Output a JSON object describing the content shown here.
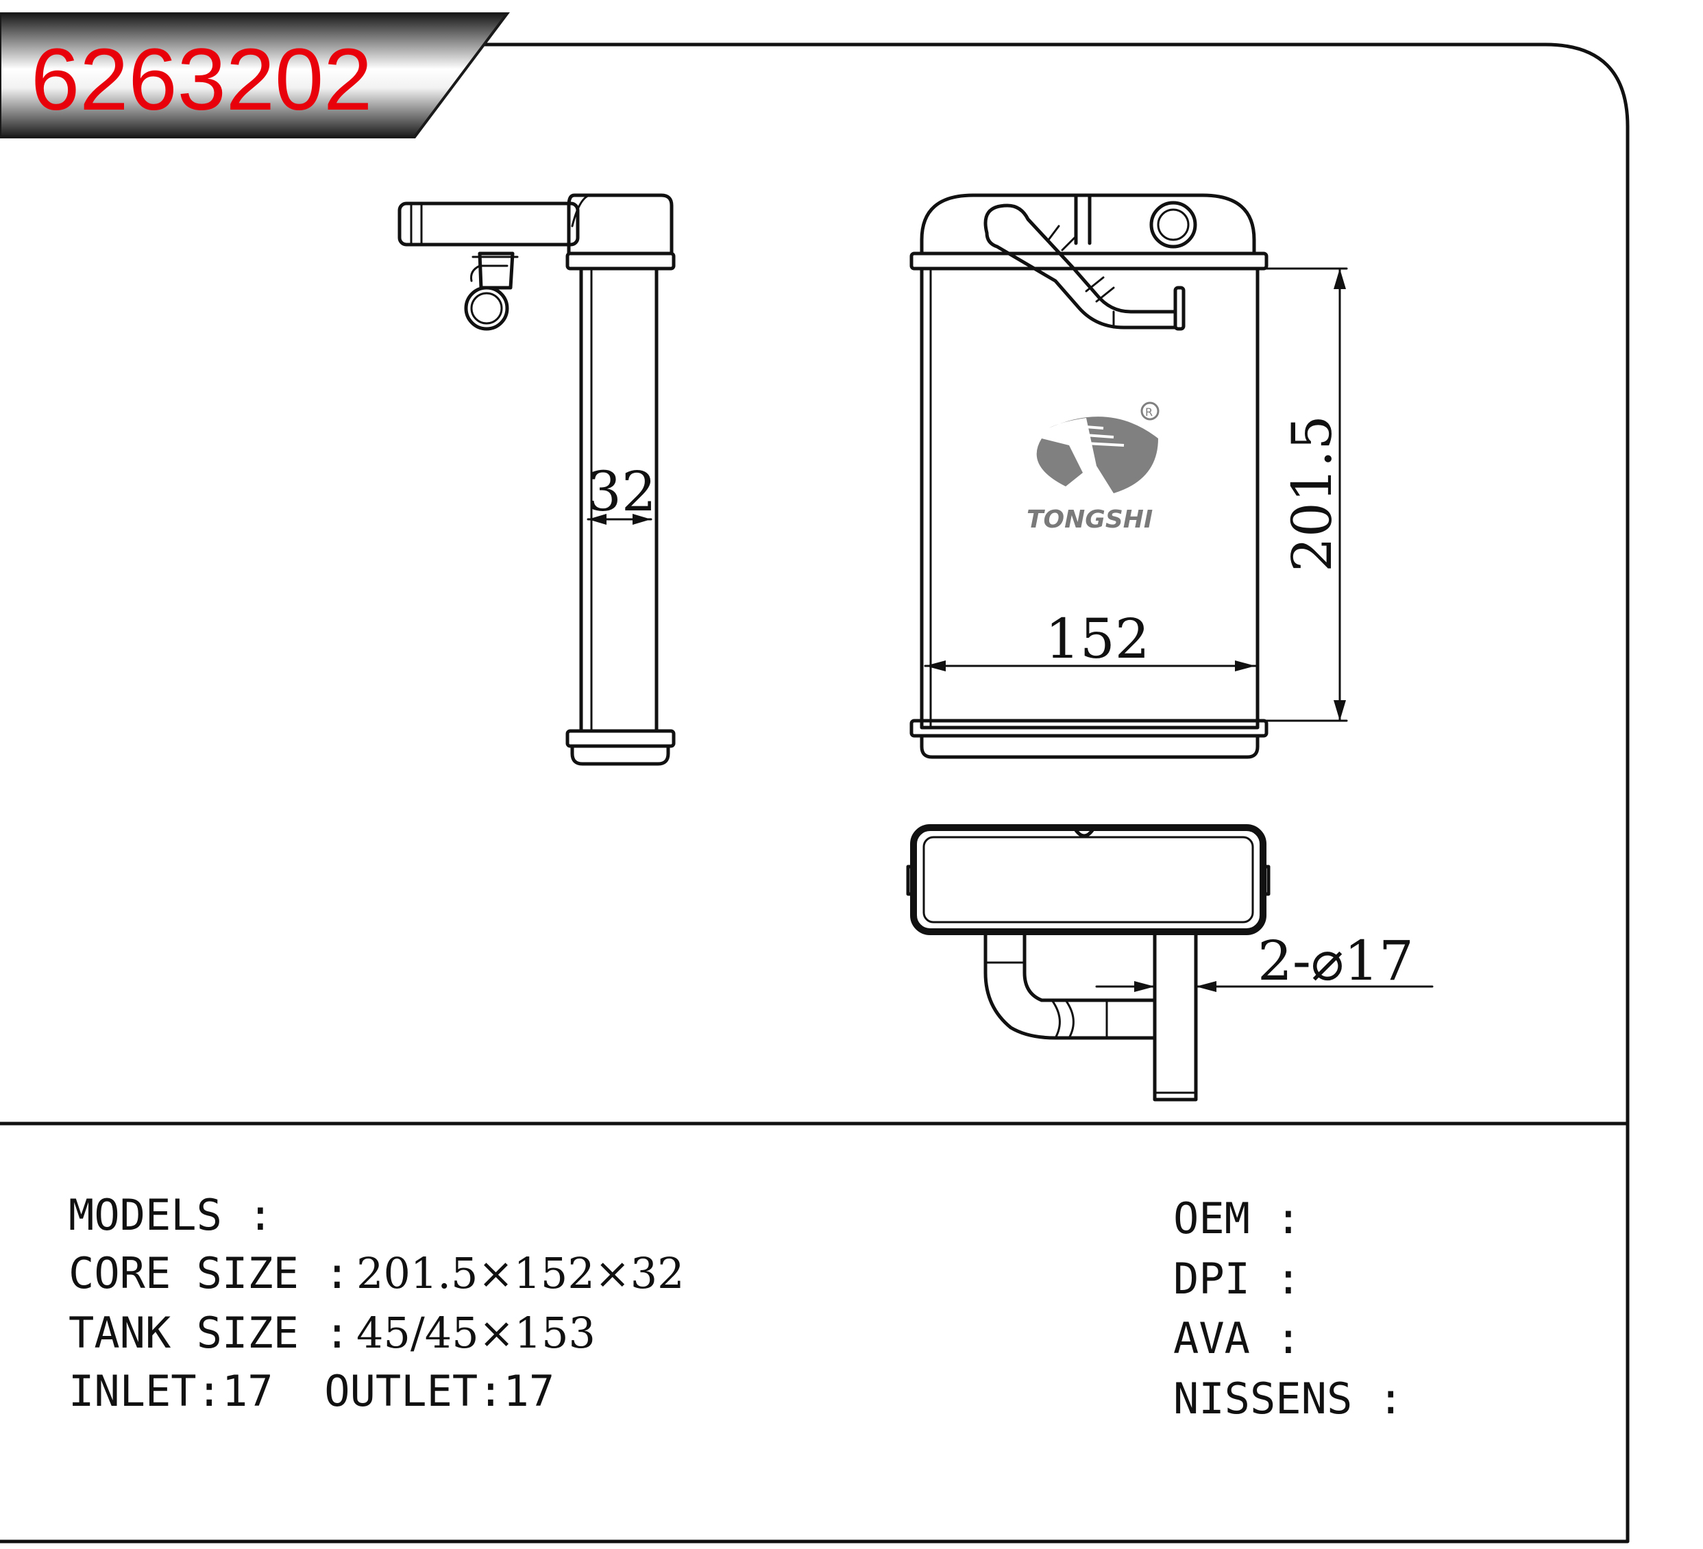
{
  "header": {
    "part_code": "6263202"
  },
  "logo": {
    "brand": "TONGSHI",
    "registered_mark": "R",
    "color": "#808080"
  },
  "dimensions": {
    "thickness": "32",
    "height": "201.5",
    "width": "152",
    "pipes": "2-⌀17"
  },
  "specs": {
    "models_label": "MODELS :",
    "models_value": "",
    "core_size_label": "CORE SIZE :",
    "core_size_value": "201.5×152×32",
    "tank_size_label": "TANK SIZE :",
    "tank_size_value": "45/45×153",
    "inlet_outlet": "INLET:17  OUTLET:17",
    "oem_label": "OEM :",
    "dpi_label": "DPI :",
    "ava_label": "AVA :",
    "nissens_label": "NISSENS :"
  },
  "colors": {
    "code_red": "#e8000b",
    "banner_dark": "#1a1a1a",
    "line": "#111111"
  }
}
